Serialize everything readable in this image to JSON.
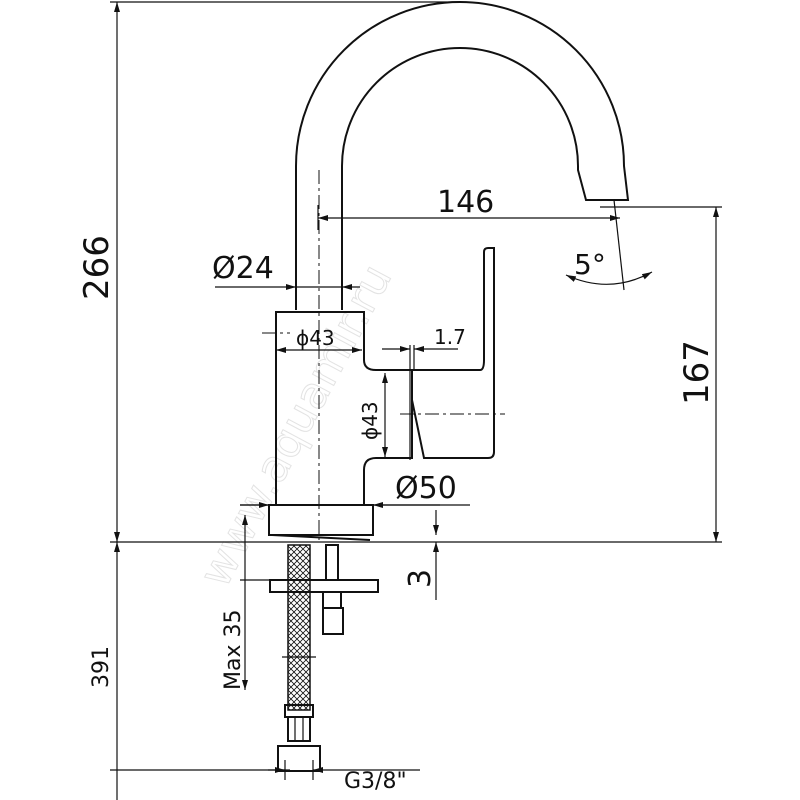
{
  "watermark": "www.aquamir.ru",
  "dimensions": {
    "total_height": "266",
    "spout_reach": "146",
    "spout_tube_diameter": "Ø24",
    "spout_angle": "5°",
    "spout_outlet_height": "167",
    "body_diameter_top": "ϕ43",
    "handle_gap": "1.7",
    "body_diameter_side": "ϕ43",
    "base_diameter": "Ø50",
    "base_thickness": "3",
    "max_counter_thickness": "Max 35",
    "hose_length": "391",
    "connection_thread": "G3/8\""
  }
}
